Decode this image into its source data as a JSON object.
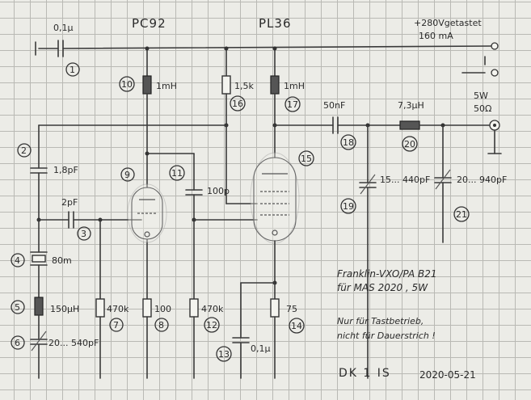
{
  "labels": {
    "tube_left": "PC92",
    "tube_right": "PL36",
    "supply_voltage": "+280Vgetastet",
    "supply_current": "160 mA",
    "output": "5W",
    "impedance": "50Ω",
    "c1": "0,1μ",
    "c2": "1,8pF",
    "c3": "2pF",
    "c11": "100p",
    "c13": "0,1μ",
    "c18": "50nF",
    "c19": "15... 440pF",
    "c21": "20... 940pF",
    "c6": "20... 540pF",
    "l10": "1mH",
    "l17": "1mH",
    "r16": "1,5k",
    "l20": "7,3μH",
    "x4": "80m",
    "l5": "150μH",
    "r7": "470k",
    "r8": "100",
    "r12": "470k",
    "r14": "75"
  },
  "markers": [
    "1",
    "2",
    "3",
    "4",
    "5",
    "6",
    "7",
    "8",
    "9",
    "10",
    "11",
    "12",
    "13",
    "14",
    "15",
    "16",
    "17",
    "18",
    "19",
    "20",
    "21"
  ],
  "notes": {
    "title_line1": "Franklin-VXO/PA  B21",
    "title_line2": "für MAS 2020 , 5W",
    "remark_line1": "Nur für Tastbetrieb,",
    "remark_line2": "nicht für Dauerstrich !",
    "callsign": "DK 1 IS",
    "date": "2020-05-21"
  },
  "colors": {
    "paper": "#ecece7",
    "grid": "#b9b9b4",
    "ink": "#2a2a2a"
  }
}
